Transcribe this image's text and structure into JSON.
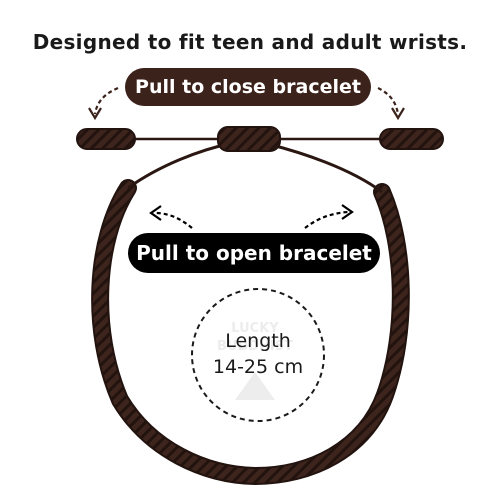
{
  "headline": "Designed to fit teen and adult wrists.",
  "close_label": "Pull to close bracelet",
  "open_label": "Pull to open bracelet",
  "length_title": "Length",
  "length_value": "14-25 cm",
  "watermark_text": "LUCKY BUDDHIST",
  "colors": {
    "cord": "#3d241d",
    "cord_dark": "#22130f",
    "close_pill": "#3b221b",
    "open_pill": "#000000",
    "text": "#1a1a1a"
  }
}
